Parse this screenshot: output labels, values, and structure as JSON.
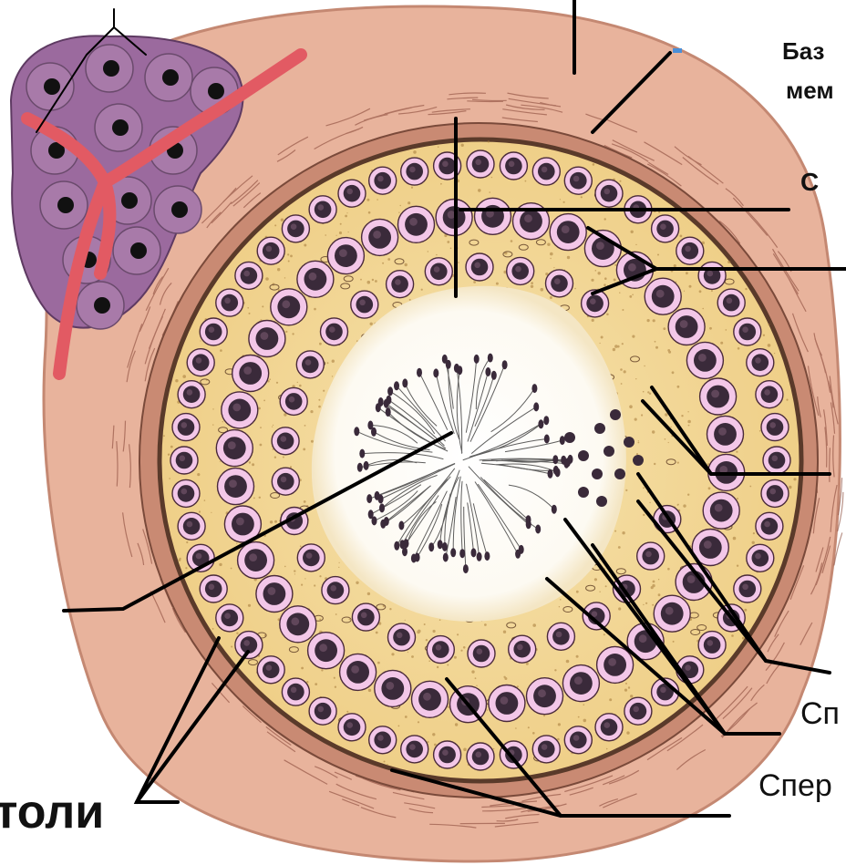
{
  "labels": {
    "basal_line1": "Баз",
    "basal_line2": "мем",
    "middle_fragment": "С",
    "sertoli_fragment": "толи",
    "spermatid_fragment": "Сп",
    "spermatogonia_fragment": "Спер"
  },
  "colors": {
    "background": "#ffffff",
    "connective_tissue": "#e8b39c",
    "tissue_fiber": "#8a4a3a",
    "interstitial_cells": "#9b6a9e",
    "blood_vessel": "#e25a63",
    "epithelium": "#f2d99a",
    "cell_body": "#f3c7e8",
    "nucleus": "#3a2a3a",
    "lumen": "#ffffff",
    "leader_line": "#000000",
    "accent_mark": "#4a8fd8"
  }
}
